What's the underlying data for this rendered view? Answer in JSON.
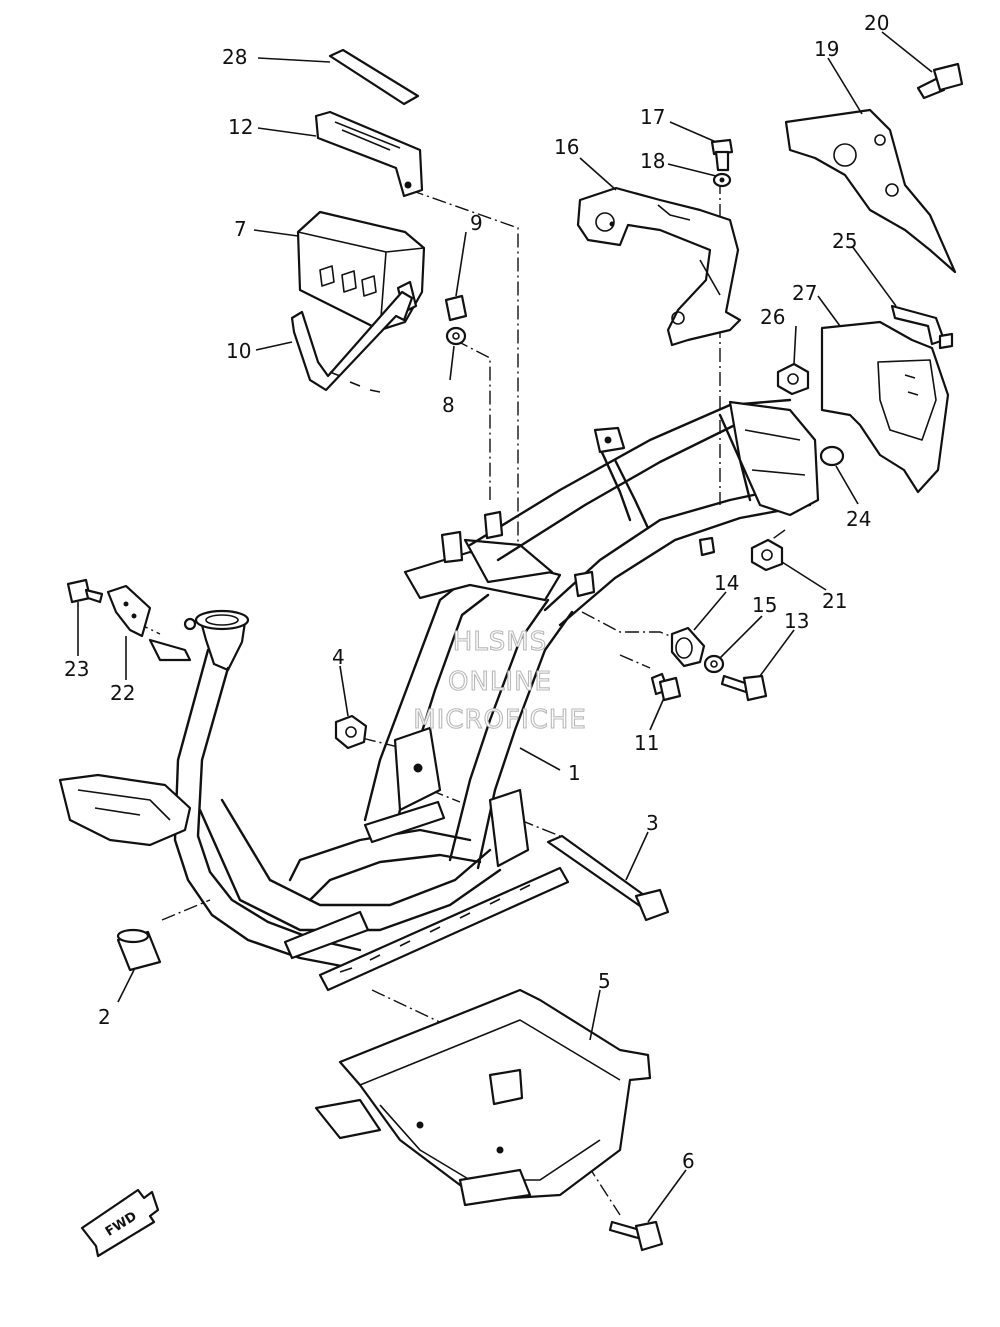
{
  "watermark": {
    "line1": "HLSMS",
    "line2": "ONLINE",
    "line3": "MICROFICHE"
  },
  "direction_badge": {
    "label": "FWD"
  },
  "callouts": {
    "c1": "1",
    "c2": "2",
    "c3": "3",
    "c4": "4",
    "c5": "5",
    "c6": "6",
    "c7": "7",
    "c8": "8",
    "c9": "9",
    "c10": "10",
    "c11": "11",
    "c12": "12",
    "c13": "13",
    "c14": "14",
    "c15": "15",
    "c16": "16",
    "c17": "17",
    "c18": "18",
    "c19": "19",
    "c20": "20",
    "c21": "21",
    "c22": "22",
    "c23": "23",
    "c24": "24",
    "c25": "25",
    "c26": "26",
    "c27": "27",
    "c28": "28"
  },
  "colors": {
    "ink": "#111111",
    "paper": "#ffffff",
    "watermark_outline": "#b8b8b8"
  }
}
